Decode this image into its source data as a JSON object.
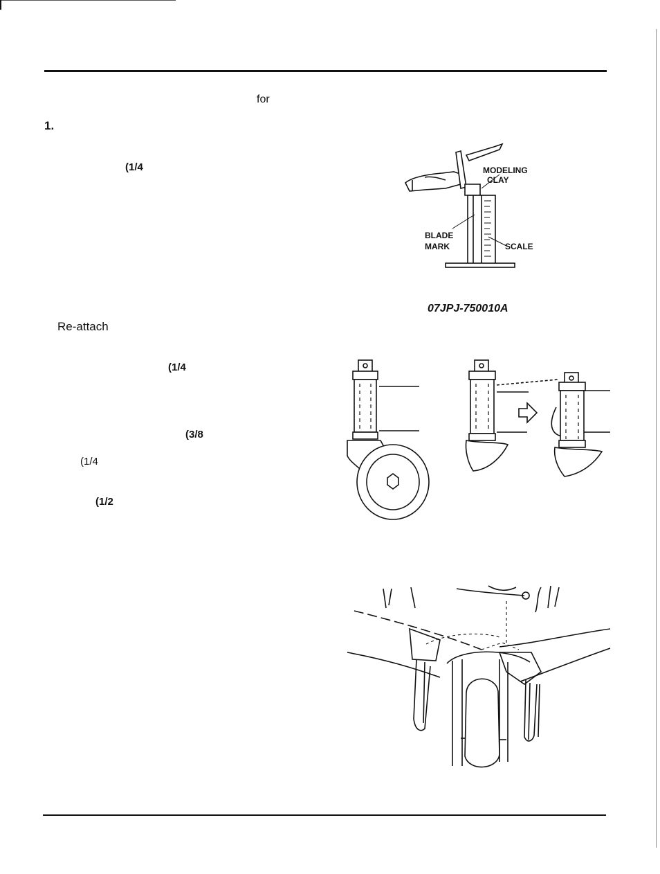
{
  "page": {
    "text_fragments": {
      "for_word": "for",
      "step_number": "1.",
      "frac_a": "(1/4",
      "reattach": "Re-attach",
      "frac_b": "(1/4",
      "frac_c": "(3/8",
      "frac_d": "(1/4",
      "frac_e": "(1/2"
    },
    "figure1": {
      "labels": {
        "modeling": "MODELING",
        "clay": "CLAY",
        "blade": "BLADE",
        "mark": "MARK",
        "scale": "SCALE"
      },
      "part_number": "07JPJ-750010A"
    }
  }
}
